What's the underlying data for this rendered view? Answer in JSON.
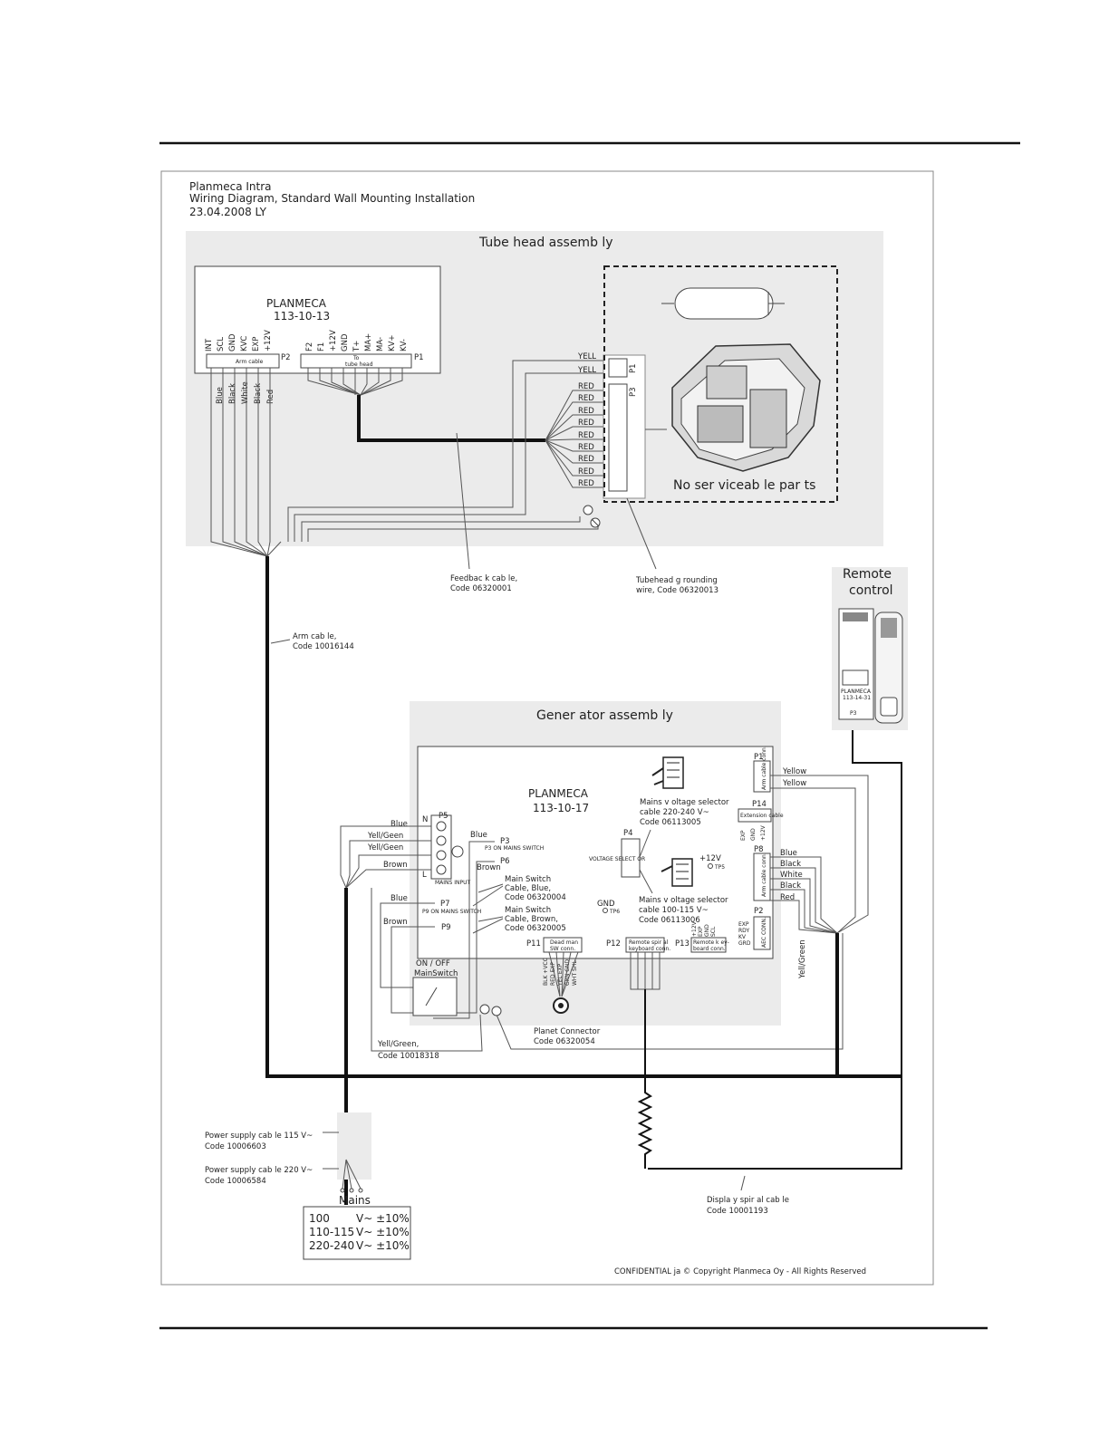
{
  "doc": {
    "title": "Planmeca Intra",
    "subtitle": "Wiring Diagram, Standard Wall Mounting Installation",
    "date": "23.04.2008 LY",
    "confidential": "CONFIDENTIAL ja © Copyright Planmeca Oy - All Rights Reserved"
  },
  "tubehead": {
    "title": "Tube head assemb ly",
    "board_name": "PLANMECA",
    "board_code": "113-10-13",
    "p2_pins": [
      "INT",
      "SCL",
      "GND",
      "KVC",
      "EXP",
      "+12V"
    ],
    "p1_pins": [
      "F2",
      "F1",
      "+12V",
      "GND",
      "T+",
      "MA+",
      "MA-",
      "KV+",
      "KV-"
    ],
    "p2_label": "P2",
    "p1_label": "P1",
    "arm_cable_conn": "Arm cable",
    "to_tubehead_1": "To",
    "to_tubehead_2": "tube head",
    "wire_colors": [
      "Blue",
      "Black",
      "White",
      "Black",
      "Red"
    ],
    "yell_1": "YELL",
    "yell_2": "YELL",
    "red_wires": [
      "RED",
      "RED",
      "RED",
      "RED",
      "RED",
      "RED",
      "RED",
      "RED",
      "RED"
    ],
    "conn_p1": "P1",
    "conn_p3": "P3",
    "no_service": "No ser viceab le par ts"
  },
  "cables": {
    "feedback_1": "Feedbac k cab le,",
    "feedback_2": "Code 06320001",
    "grounding_1": "Tubehead g rounding",
    "grounding_2": "wire, Code 06320013",
    "arm_1": "Arm cab le,",
    "arm_2": "Code 10016144",
    "yg_1": "Yell/Green,",
    "yg_2": "Code 10018318",
    "planet_1": "Planet Connector",
    "planet_2": "Code 06320054",
    "display_1": "Displa y spir al cab le",
    "display_2": "Code 10001193",
    "ps115_1": "Power supply cab  le 115 V~",
    "ps115_2": "Code 10006603",
    "ps220_1": "Power supply cab  le 220 V~",
    "ps220_2": "Code 10006584"
  },
  "remote": {
    "title_1": "Remote",
    "title_2": "control",
    "board_name": "PLANMECA",
    "board_code": "113-14-31",
    "p3": "P3"
  },
  "generator": {
    "title": "Gener ator assemb  ly",
    "board_name": "PLANMECA",
    "board_code": "113-10-17",
    "p5": "P5",
    "n_label": "N",
    "l_label": "L",
    "mains_input": "MAINS INPUT",
    "p5_wires": [
      "Blue",
      "Yell/Geen",
      "Yell/Geen",
      "Brown"
    ],
    "p3": "P3",
    "p3_small": "P3 ON MAINS SWITCH",
    "p6": "P6",
    "blue_p3": "Blue",
    "brown_p6": "Brown",
    "ms_blue_1": "Main Switch",
    "ms_blue_2": "Cable, Blue,",
    "ms_blue_3": "Code 06320004",
    "ms_brown_1": "Main Switch",
    "ms_brown_2": "Cable, Brown,",
    "ms_brown_3": "Code 06320005",
    "p7": "P7",
    "p9": "P9",
    "p7_small": "P9 ON MAINS SWITCH",
    "blue_p7": "Blue",
    "brown_p9": "Brown",
    "switch_1": "ON / OFF",
    "switch_2": "MainSwitch",
    "p4": "P4",
    "voltage_selector": "VOLTAGE SELECT OR",
    "sel220_1": "Mains v oltage selector",
    "sel220_2": "cable 220-240 V~",
    "sel220_3": "Code 06113005",
    "sel100_1": "Mains v oltage selector",
    "sel100_2": "cable 100-115 V~",
    "sel100_3": "Code 06113006",
    "plus12v": "+12V",
    "tp5": "TP5",
    "gnd": "GND",
    "tp6": "TP6",
    "p1": "P1",
    "p1_conn": "Arm cable conn.",
    "yellow_1": "Yellow",
    "yellow_2": "Yellow",
    "p14": "P14",
    "ext_cable": "Extension cable",
    "p14_pins": [
      "EXP",
      "GND",
      "+12V"
    ],
    "p8": "P8",
    "p8_conn": "Arm cable conn.",
    "p8_wires": [
      "Blue",
      "Black",
      "White",
      "Black",
      "Red"
    ],
    "p2": "P2",
    "p2_pins": [
      "EXP",
      "RDY",
      "KV",
      "GRD"
    ],
    "p2_conn": "AEC CONN.",
    "yell_green": "Yell/Green",
    "p11": "P11",
    "p11_conn_1": "Dead man",
    "p11_conn_2": "SW conn.",
    "p11_pins": [
      "BLK +VCC",
      "RED EXP",
      "YEL EXP",
      "GRN GND",
      "WHT SHL"
    ],
    "p12": "P12",
    "p12_conn_1": "Remote spir al",
    "p12_conn_2": "keyboard conn.",
    "p13": "P13",
    "p13_conn_1": "Remote k ey-",
    "p13_conn_2": "board conn.",
    "p13_pins": [
      "+12V",
      "EXP",
      "GND",
      "SCL"
    ]
  },
  "mains": {
    "title": "Mains",
    "rows": [
      {
        "range": "100",
        "spec": "V~ ±10%"
      },
      {
        "range": "110-115",
        "spec": "V~ ±10%"
      },
      {
        "range": "220-240",
        "spec": "V~ ±10%"
      }
    ]
  }
}
